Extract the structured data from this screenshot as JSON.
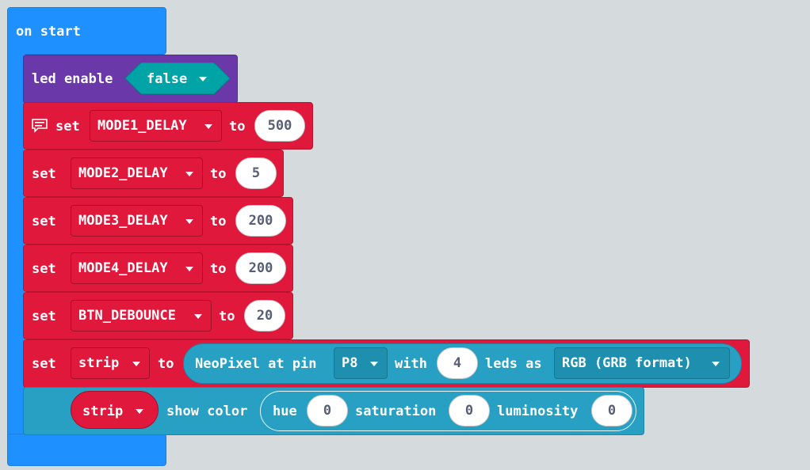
{
  "event": {
    "label": "on start"
  },
  "led": {
    "label": "led enable",
    "value": "false"
  },
  "comment_icon": "comment-icon",
  "sets": [
    {
      "keyword": "set",
      "var": "MODE1_DELAY",
      "to": "to",
      "value": "500"
    },
    {
      "keyword": "set",
      "var": "MODE2_DELAY",
      "to": "to",
      "value": "5"
    },
    {
      "keyword": "set",
      "var": "MODE3_DELAY",
      "to": "to",
      "value": "200"
    },
    {
      "keyword": "set",
      "var": "MODE4_DELAY",
      "to": "to",
      "value": "200"
    },
    {
      "keyword": "set",
      "var": "BTN_DEBOUNCE",
      "to": "to",
      "value": "20"
    }
  ],
  "strip_set": {
    "keyword": "set",
    "var": "strip",
    "to": "to",
    "neopixel_label": "NeoPixel at pin",
    "pin": "P8",
    "with_label": "with",
    "leds": "4",
    "leds_as_label": "leds as",
    "format": "RGB (GRB format)"
  },
  "show_color": {
    "var": "strip",
    "label": "show color",
    "hue_label": "hue",
    "hue": "0",
    "saturation_label": "saturation",
    "saturation": "0",
    "luminosity_label": "luminosity",
    "luminosity": "0"
  },
  "colors": {
    "event": "#1e90ff",
    "variables": "#e0183c",
    "led": "#6a38a8",
    "logic": "#00a4a6",
    "neopixel": "#27a0c4"
  }
}
